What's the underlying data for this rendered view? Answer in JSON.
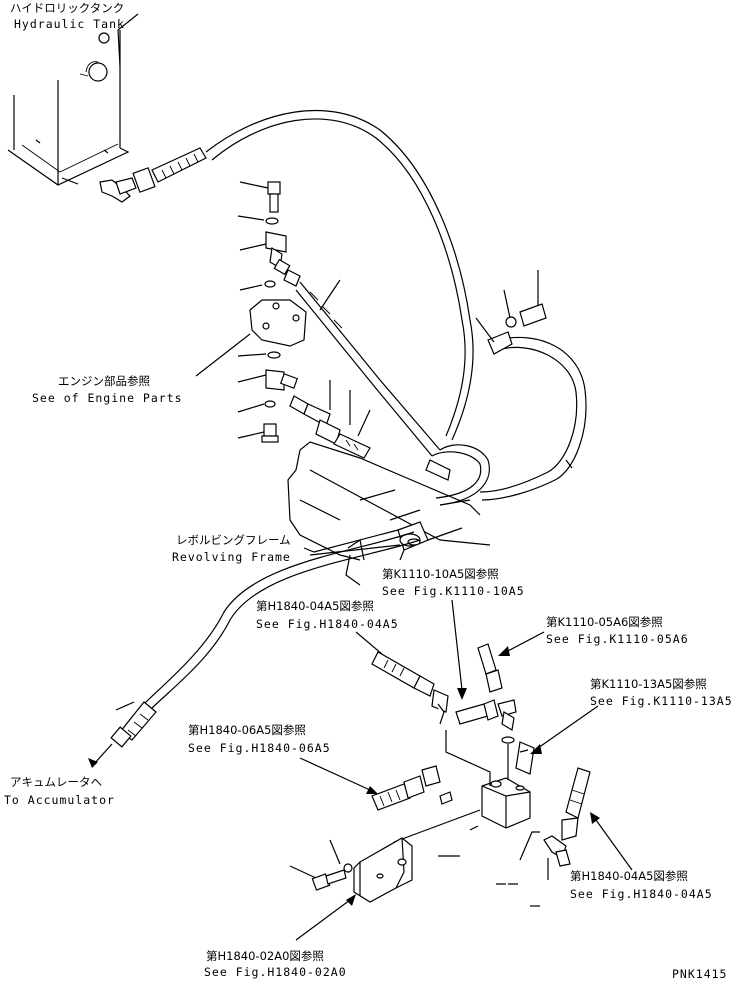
{
  "labels": {
    "hydraulic_tank_jp": "ハイドロリックタンク",
    "hydraulic_tank_en": "Hydraulic Tank",
    "engine_parts_jp": "エンジン部品参照",
    "engine_parts_en": "See of Engine Parts",
    "revolving_frame_jp": "レボルビングフレーム",
    "revolving_frame_en": "Revolving Frame",
    "accumulator_jp": "アキュムレータヘ",
    "accumulator_en": "To Accumulator",
    "ref_k1110_10a5_jp": "第K1110-10A5図参照",
    "ref_k1110_10a5_en": "See Fig.K1110-10A5",
    "ref_h1840_04a5_top_jp": "第H1840-04A5図参照",
    "ref_h1840_04a5_top_en": "See Fig.H1840-04A5",
    "ref_k1110_05a6_jp": "第K1110-05A6図参照",
    "ref_k1110_05a6_en": "See Fig.K1110-05A6",
    "ref_k1110_13a5_jp": "第K1110-13A5図参照",
    "ref_k1110_13a5_en": "See Fig.K1110-13A5",
    "ref_h1840_06a5_jp": "第H1840-06A5図参照",
    "ref_h1840_06a5_en": "See Fig.H1840-06A5",
    "ref_h1840_04a5_bottom_jp": "第H1840-04A5図参照",
    "ref_h1840_04a5_bottom_en": "See Fig.H1840-04A5",
    "ref_h1840_02a0_jp": "第H1840-02A0図参照",
    "ref_h1840_02a0_en": "See Fig.H1840-02A0",
    "drawing_number": "PNK1415"
  }
}
